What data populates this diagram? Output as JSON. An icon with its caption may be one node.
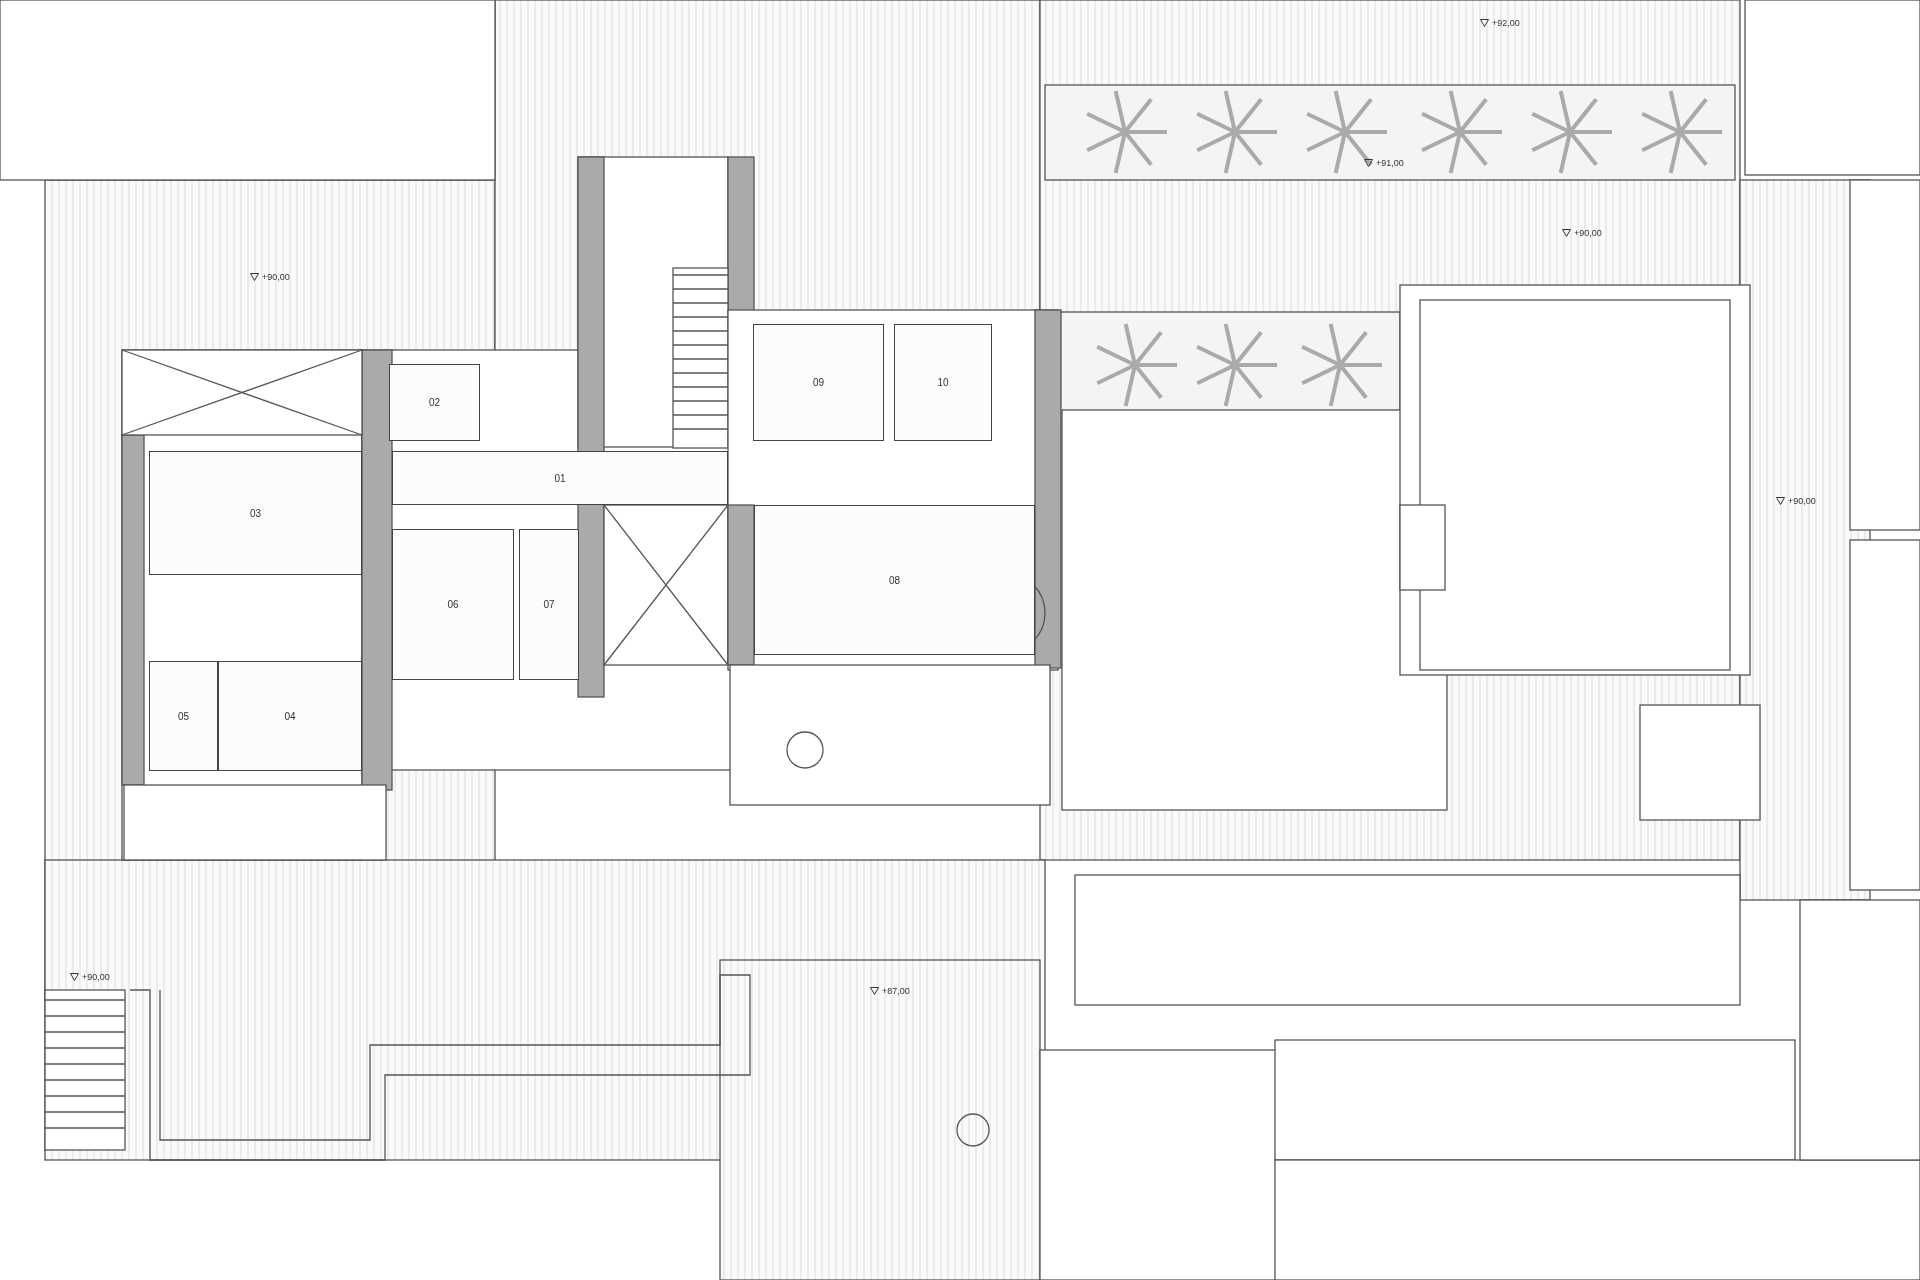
{
  "diagram": {
    "nodes": [
      {
        "text": [
          "02"
        ]
      },
      {
        "text": [
          "09"
        ]
      },
      {
        "text": [
          "10"
        ]
      },
      {
        "text": [
          "01"
        ]
      },
      {
        "text": [
          "03"
        ]
      },
      {
        "text": [
          "06"
        ]
      },
      {
        "text": [
          "07"
        ]
      },
      {
        "text": [
          "08"
        ]
      },
      {
        "text": [
          "05"
        ]
      },
      {
        "text": [
          "04"
        ]
      }
    ],
    "labels": [
      "+92,00",
      "+91,00",
      "+90,00",
      "+90,00",
      "+90,00",
      "+90,00",
      "+87,00"
    ]
  }
}
